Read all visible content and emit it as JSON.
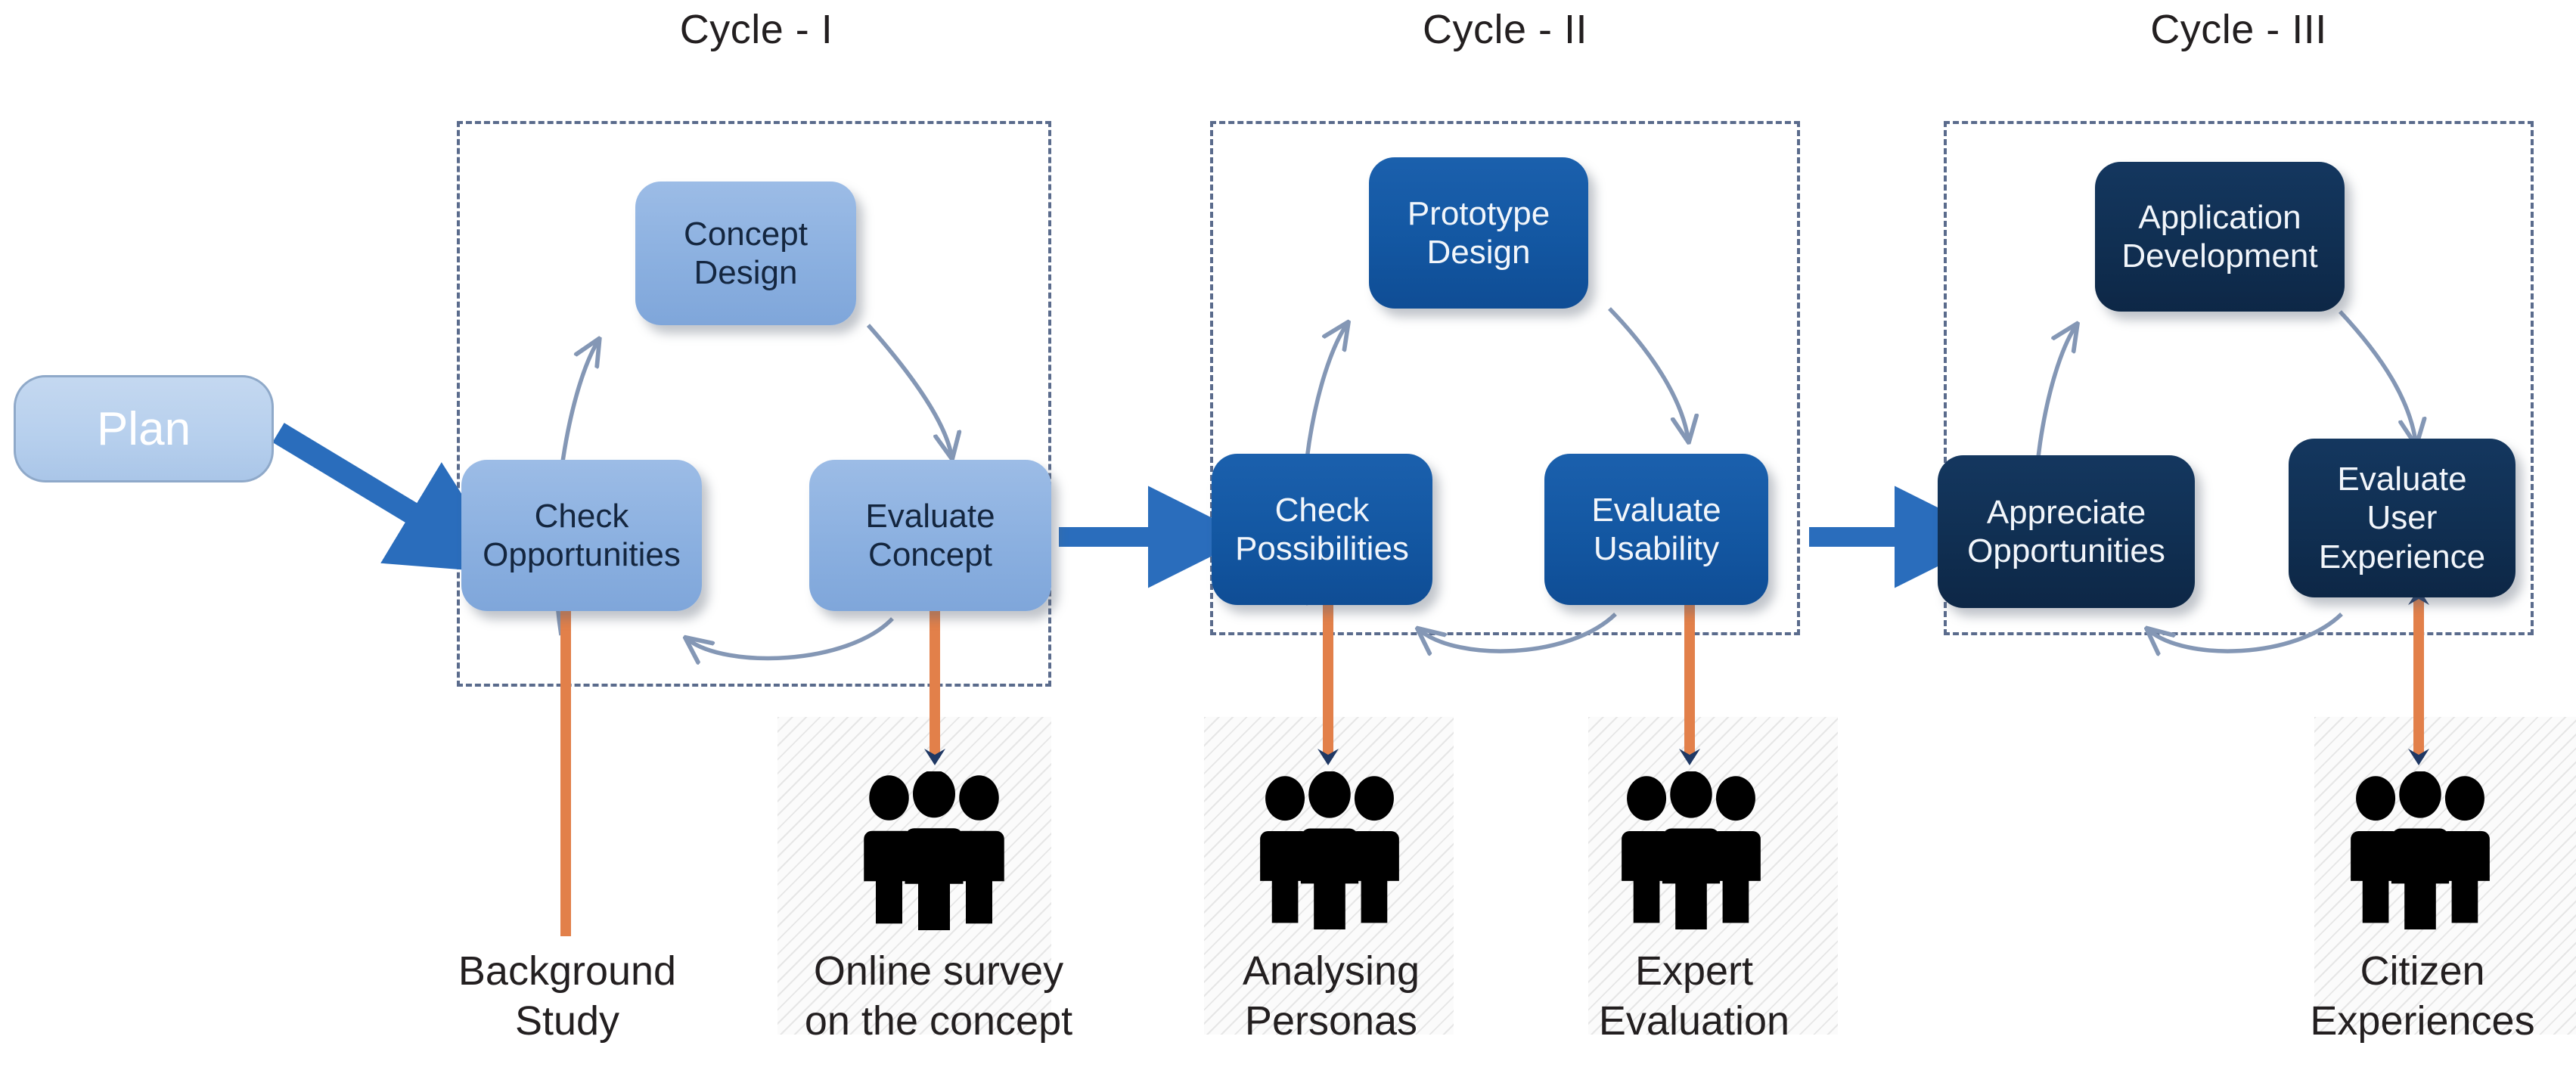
{
  "diagram": {
    "start": {
      "label": "Plan"
    },
    "cycles": [
      {
        "title": "Cycle - I",
        "tier": "tier1",
        "nodes": {
          "design": "Concept\nDesign",
          "check": "Check\nOpportunities",
          "evaluate": "Evaluate\nConcept"
        }
      },
      {
        "title": "Cycle - II",
        "tier": "tier2",
        "nodes": {
          "design": "Prototype\nDesign",
          "check": "Check\nPossibilities",
          "evaluate": "Evaluate\nUsability"
        }
      },
      {
        "title": "Cycle - III",
        "tier": "tier3",
        "nodes": {
          "design": "Application\nDevelopment",
          "check": "Appreciate\nOpportunities",
          "evaluate": "Evaluate\nUser\nExperience"
        }
      }
    ],
    "inputs": [
      {
        "label": "Background\nStudy",
        "has_people_icon": false
      },
      {
        "label": "Online survey\non the concept",
        "has_people_icon": true
      },
      {
        "label": "Analysing\nPersonas",
        "has_people_icon": true
      },
      {
        "label": "Expert\nEvaluation",
        "has_people_icon": true
      },
      {
        "label": "Citizen\nExperiences",
        "has_people_icon": true
      }
    ],
    "icons": {
      "people": "people-group-icon",
      "flow_arrow": "flow-arrow-icon",
      "loop_arrow": "loop-arrow-icon",
      "link_arrow": "double-headed-link-arrow-icon"
    },
    "colors": {
      "tier1_fill": "#8bb0e0",
      "tier2_fill": "#1357a2",
      "tier3_fill": "#102f52",
      "plan_fill": "#b6cfed",
      "flow_arrow": "#2a6dbc",
      "loop_arrow": "#8497b5",
      "link_arrow": "#e2804a",
      "link_arrowhead": "#1f3864",
      "dashed_border": "#5a6b8c",
      "hatch_bg": "#fbfbfb",
      "hatch_line": "#e6e6e6",
      "text_dark": "#231f20",
      "people_icon": "#000000"
    }
  }
}
